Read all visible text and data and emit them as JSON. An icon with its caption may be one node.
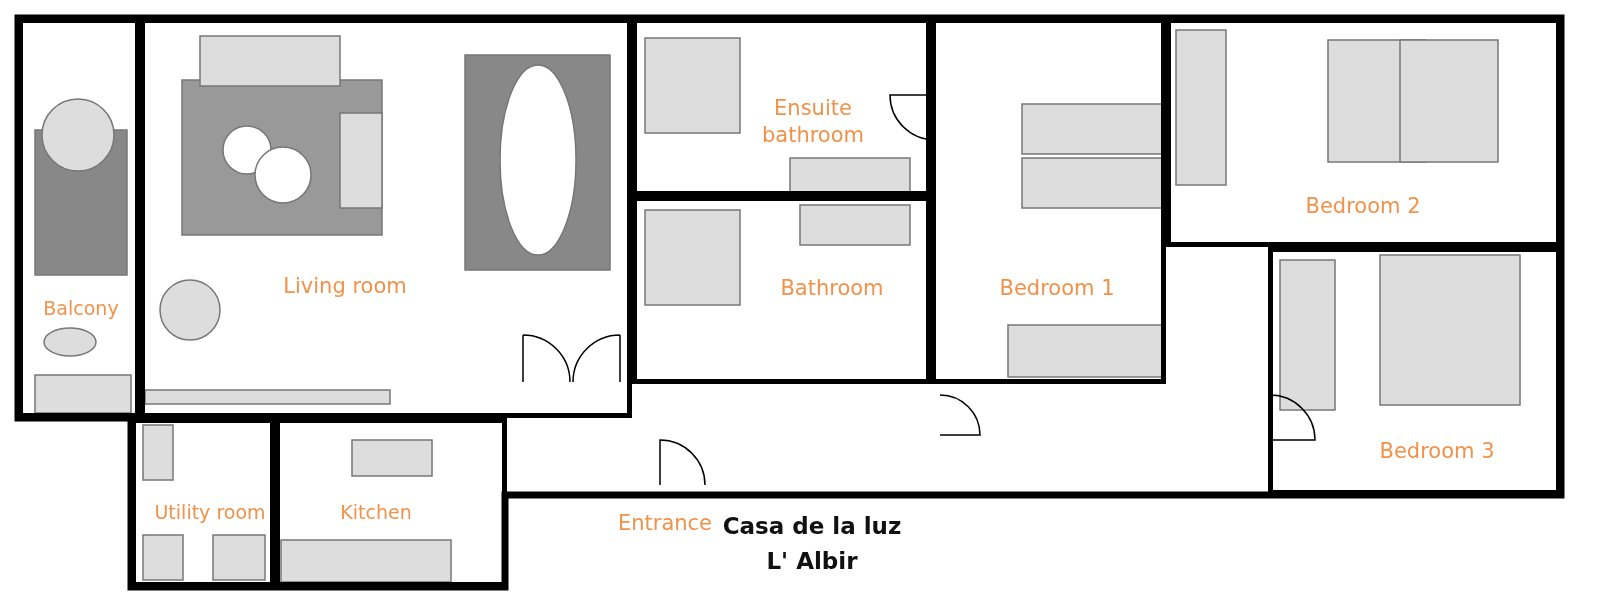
{
  "diagram": {
    "title": "Casa de la luz L' Albir",
    "nodes": [
      {
        "text": [
          "Balcony"
        ]
      },
      {
        "text": [
          "Living room"
        ]
      },
      {
        "text": [
          "Ensuite bathroom"
        ]
      },
      {
        "text": [
          "Bathroom"
        ]
      },
      {
        "text": [
          "Bedroom 1"
        ]
      },
      {
        "text": [
          "Bedroom 2"
        ]
      },
      {
        "text": [
          "Bedroom 3"
        ]
      },
      {
        "text": [
          "Utility room"
        ]
      },
      {
        "text": [
          "Kitchen"
        ]
      }
    ],
    "edges": [],
    "labels": [
      "Entrance"
    ]
  }
}
